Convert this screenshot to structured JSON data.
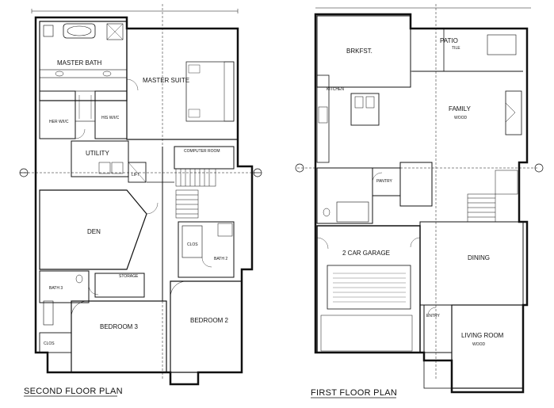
{
  "second_floor": {
    "title": "SECOND FLOOR PLAN",
    "rooms": {
      "master_bath": "MASTER BATH",
      "master_suite": "MASTER SUITE",
      "her_wic": "HER W/I/C",
      "his_wic": "HIS W/I/C",
      "utility": "UTILITY",
      "computer_room": "COMPUTER ROOM",
      "lift": "LIFT",
      "den": "DEN",
      "bath2": "BATH 2",
      "bath3": "BATH 3",
      "storage": "STORAGE",
      "clos1": "CLOS",
      "clos2": "CLOS",
      "bedroom3": "BEDROOM 3",
      "bedroom2": "BEDROOM 2"
    }
  },
  "first_floor": {
    "title": "FIRST FLOOR PLAN",
    "rooms": {
      "brkfst": "BRKFST.",
      "patio": "PATIO",
      "kitchen": "KITCHEN",
      "family": "FAMILY",
      "pantry": "PANTRY",
      "garage": "2 CAR GARAGE",
      "dining": "DINING",
      "entry": "ENTRY",
      "living": "LIVING ROOM",
      "tile": "TILE",
      "wood": "WOOD"
    }
  }
}
